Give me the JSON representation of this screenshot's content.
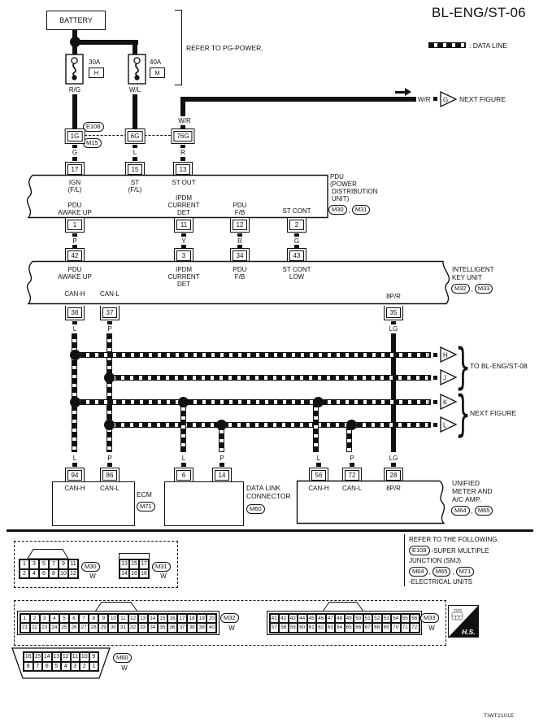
{
  "title": "BL-ENG/ST-06",
  "diagram_code": "TIWT2101E",
  "misc": {
    "comma": ","
  },
  "legend": {
    "data_line_label": ": DATA LINE"
  },
  "power": {
    "battery_label": "BATTERY",
    "refer_note": "REFER TO PG-POWER.",
    "fuses": [
      {
        "rating": "30A",
        "slot": "H",
        "wire": "R/G"
      },
      {
        "rating": "40A",
        "slot": "M",
        "wire": "W/L"
      }
    ]
  },
  "smj": {
    "ref_top": "E108",
    "ref_bottom": "M15",
    "wr_wire": "W/R",
    "connectors": [
      {
        "id": "1G",
        "wire": "G"
      },
      {
        "id": "6G",
        "wire": "L"
      },
      {
        "id": "76G",
        "wire": "R"
      }
    ]
  },
  "branch_top": {
    "wire": "W/R",
    "letter": "G",
    "dest": "NEXT FIGURE"
  },
  "pdu": {
    "top_pins": [
      {
        "pin": "17",
        "l1": "IGN",
        "l2": "(F/L)"
      },
      {
        "pin": "15",
        "l1": "ST",
        "l2": "(F/L)"
      },
      {
        "pin": "13",
        "l1": "ST OUT",
        "l2": ""
      }
    ],
    "bottom_pins": [
      {
        "pin": "1",
        "l1": "PDU",
        "l2": "AWAKE UP",
        "l3": "",
        "wire": "P"
      },
      {
        "pin": "11",
        "l1": "IPDM",
        "l2": "CURRENT",
        "l3": "DET",
        "wire": "Y"
      },
      {
        "pin": "12",
        "l1": "PDU",
        "l2": "F/B",
        "l3": "",
        "wire": "R"
      },
      {
        "pin": "2",
        "l1": "ST CONT",
        "l2": "",
        "l3": "",
        "wire": "G"
      }
    ],
    "name_l1": "PDU",
    "name_l2": "(POWER",
    "name_l3": "DISTRIBUTION",
    "name_l4": "UNIT)",
    "refs": [
      "M30",
      "M31"
    ]
  },
  "key_unit": {
    "top_pins": [
      {
        "pin": "42",
        "l1": "PDU",
        "l2": "AWAKE UP",
        "l3": ""
      },
      {
        "pin": "3",
        "l1": "IPDM",
        "l2": "CURRENT",
        "l3": "DET"
      },
      {
        "pin": "34",
        "l1": "PDU",
        "l2": "F/B",
        "l3": ""
      },
      {
        "pin": "43",
        "l1": "ST CONT",
        "l2": "LOW",
        "l3": ""
      }
    ],
    "bottom_pins": [
      {
        "pin": "38",
        "label": "CAN-H",
        "wire": "L"
      },
      {
        "pin": "37",
        "label": "CAN-L",
        "wire": "P"
      },
      {
        "pin": "35",
        "label": "8P/R",
        "wire": "LG"
      }
    ],
    "name_l1": "INTELLIGENT",
    "name_l2": "KEY UNIT",
    "refs": [
      "M32",
      "M33"
    ]
  },
  "bus": {
    "branches": [
      {
        "wire": "L",
        "letter": "H"
      },
      {
        "wire": "P",
        "letter": "J"
      },
      {
        "wire": "L",
        "letter": "K"
      },
      {
        "wire": "P",
        "letter": "L"
      }
    ],
    "dest_top": "TO BL-ENG/ST-08",
    "dest_bottom": "NEXT FIGURE",
    "drops": [
      {
        "w": "L"
      },
      {
        "w": "P"
      },
      {
        "w": "L"
      },
      {
        "w": "P"
      },
      {
        "w": "L"
      },
      {
        "w": "P"
      },
      {
        "w": "LG"
      }
    ]
  },
  "ecm": {
    "pins": [
      {
        "pin": "94",
        "label": "CAN-H"
      },
      {
        "pin": "86",
        "label": "CAN-L"
      }
    ],
    "name": "ECM",
    "ref": "M71"
  },
  "dlc": {
    "pins": [
      {
        "pin": "6"
      },
      {
        "pin": "14"
      }
    ],
    "name_l1": "DATA LINK",
    "name_l2": "CONNECTOR",
    "ref": "M60"
  },
  "meter": {
    "pins": [
      {
        "pin": "56",
        "label": "CAN-H"
      },
      {
        "pin": "72",
        "label": "CAN-L"
      },
      {
        "pin": "28",
        "label": "8P/R"
      }
    ],
    "name_l1": "UNIFIED",
    "name_l2": "METER AND",
    "name_l3": "A/C AMP.",
    "refs": [
      "M64",
      "M65"
    ]
  },
  "footer_note": {
    "l1": "REFER TO THE FOLLOWING.",
    "e_ref": "E108",
    "l2": "-SUPER MULTIPLE",
    "l3": "JUNCTION (SMJ)",
    "m_refs": [
      "M64",
      "M65",
      "M71"
    ],
    "l4": "-ELECTRICAL UNITS"
  },
  "connector_views": {
    "m30": {
      "id": "M30",
      "color": "W",
      "rows": [
        [
          "1",
          "3",
          "5",
          "7",
          "9",
          "11"
        ],
        [
          "2",
          "4",
          "6",
          "8",
          "10",
          "12"
        ]
      ]
    },
    "m31": {
      "id": "M31",
      "color": "W",
      "rows": [
        [
          "13",
          "15",
          "17"
        ],
        [
          "14",
          "16",
          "18"
        ]
      ]
    },
    "m32": {
      "id": "M32",
      "color": "W",
      "rows": [
        [
          "1",
          "2",
          "3",
          "4",
          "5",
          "6",
          "7",
          "8",
          "9",
          "10",
          "11",
          "12",
          "13",
          "14",
          "15",
          "16",
          "17",
          "18",
          "19",
          "20"
        ],
        [
          "21",
          "22",
          "23",
          "24",
          "25",
          "26",
          "27",
          "28",
          "29",
          "30",
          "31",
          "32",
          "33",
          "34",
          "35",
          "36",
          "37",
          "38",
          "39",
          "40"
        ]
      ]
    },
    "m33": {
      "id": "M33",
      "color": "W",
      "rows": [
        [
          "41",
          "42",
          "43",
          "44",
          "45",
          "46",
          "47",
          "48",
          "49",
          "50",
          "51",
          "52",
          "53",
          "54",
          "55",
          "56"
        ],
        [
          "57",
          "58",
          "59",
          "60",
          "61",
          "62",
          "63",
          "64",
          "65",
          "66",
          "67",
          "68",
          "69",
          "70",
          "71",
          "72"
        ]
      ]
    },
    "m60": {
      "id": "M60",
      "color": "W",
      "rows": [
        [
          "16",
          "15",
          "14",
          "13",
          "12",
          "11",
          "10",
          "9"
        ],
        [
          "8",
          "7",
          "6",
          "5",
          "4",
          "3",
          "2",
          "1"
        ]
      ]
    }
  },
  "hs_label": "H.S."
}
